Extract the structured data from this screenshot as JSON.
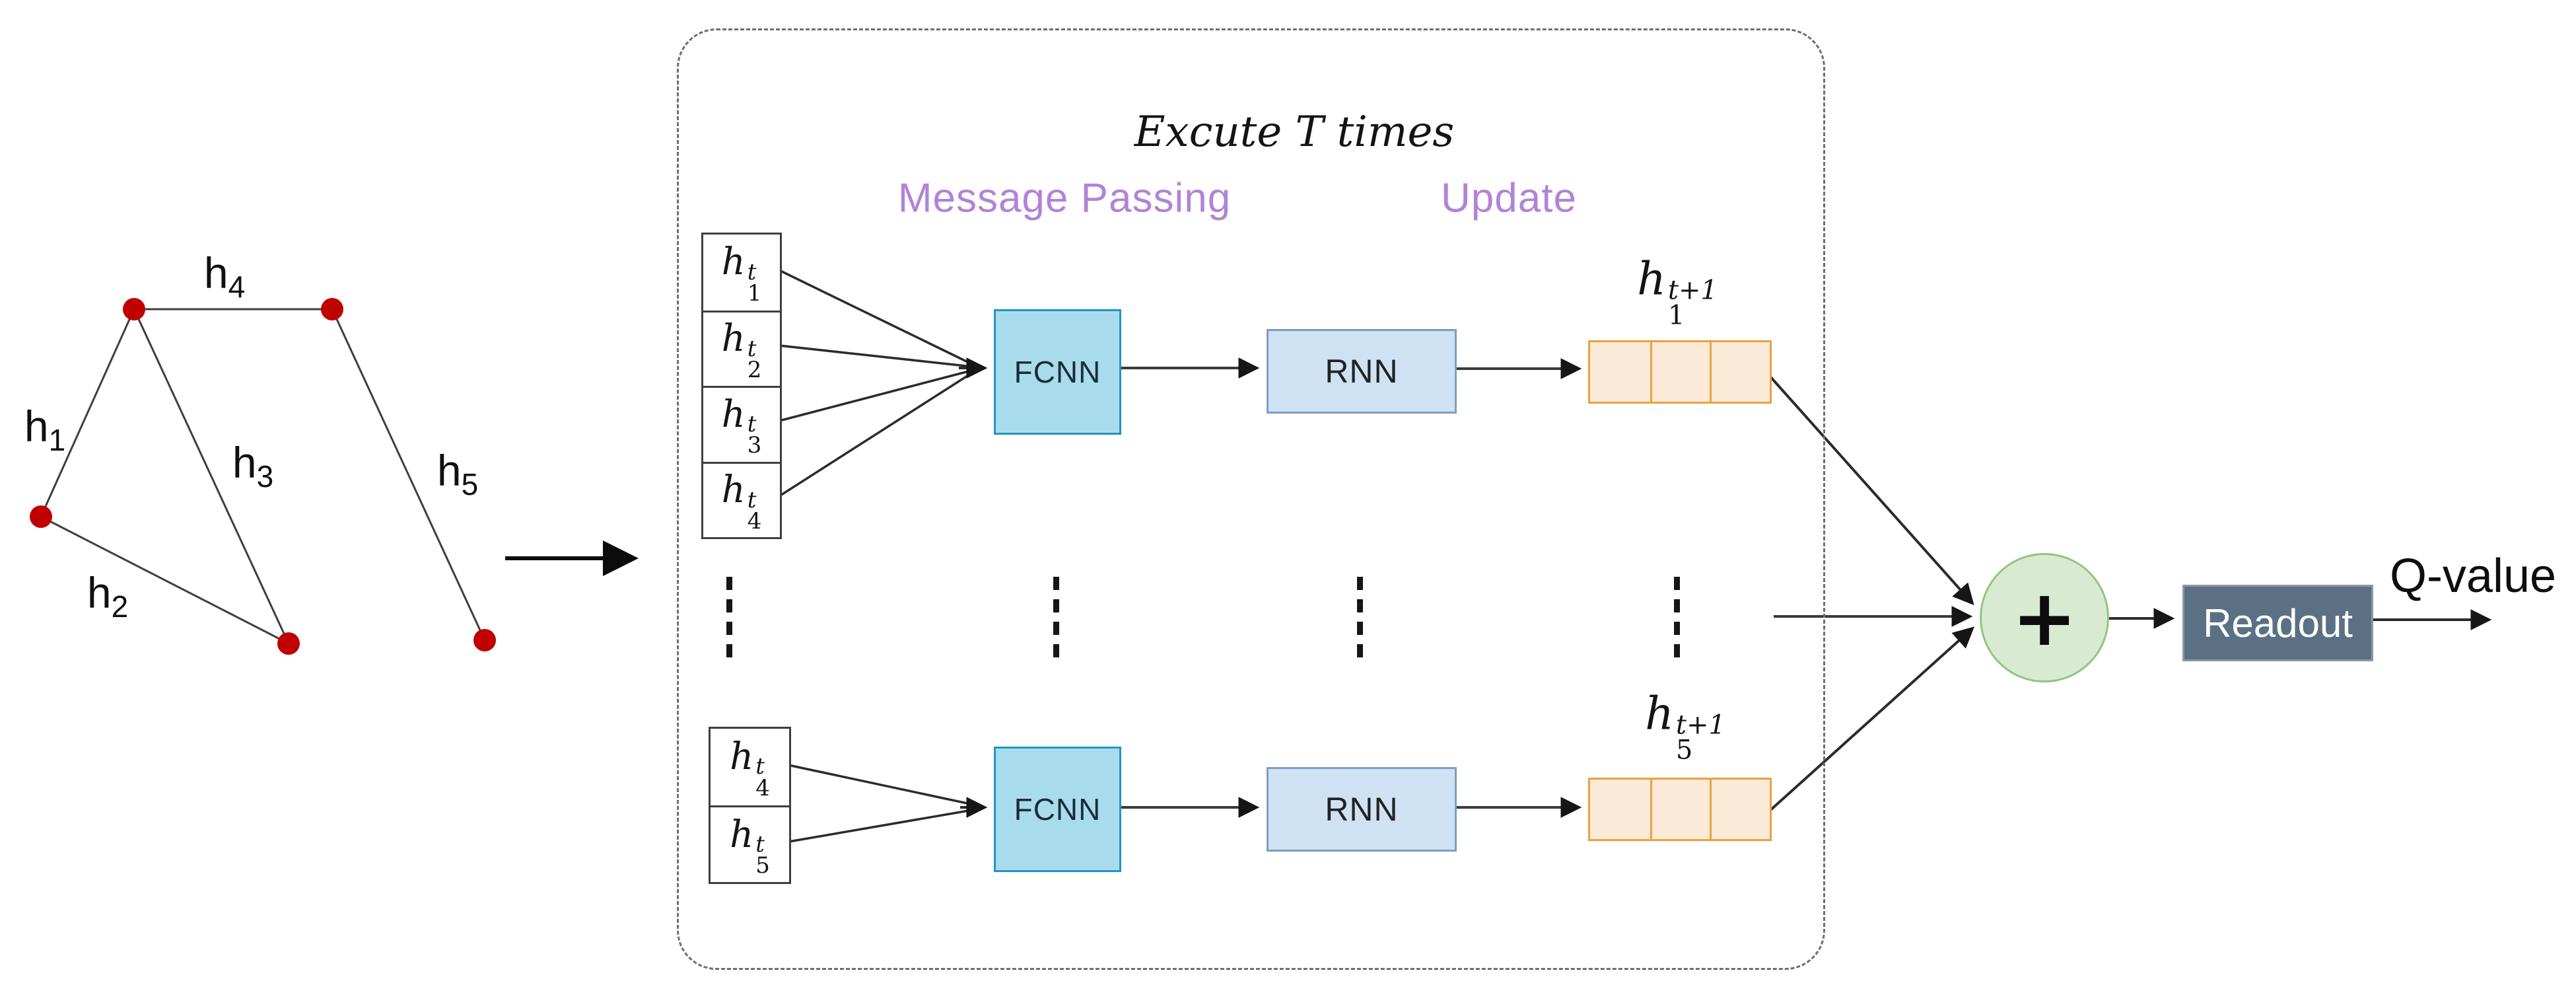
{
  "title": {
    "text": "Excute T times"
  },
  "labels": {
    "message_passing": "Message Passing",
    "update": "Update",
    "plus": "+",
    "readout": "Readout",
    "q_value": "Q-value"
  },
  "graph": {
    "node_count": 5,
    "edge_labels": [
      {
        "base": "h",
        "sub": "1"
      },
      {
        "base": "h",
        "sub": "2"
      },
      {
        "base": "h",
        "sub": "3"
      },
      {
        "base": "h",
        "sub": "4"
      },
      {
        "base": "h",
        "sub": "5"
      }
    ]
  },
  "rows": {
    "top": {
      "inputs": [
        {
          "base": "h",
          "sup": "t",
          "sub": "1"
        },
        {
          "base": "h",
          "sup": "t",
          "sub": "2"
        },
        {
          "base": "h",
          "sup": "t",
          "sub": "3"
        },
        {
          "base": "h",
          "sup": "t",
          "sub": "4"
        }
      ],
      "fcnn": "FCNN",
      "rnn": "RNN",
      "output": {
        "base": "h",
        "sup": "t+1",
        "sub": "1"
      },
      "output_cells": 3
    },
    "bottom": {
      "inputs": [
        {
          "base": "h",
          "sup": "t",
          "sub": "4"
        },
        {
          "base": "h",
          "sup": "t",
          "sub": "5"
        }
      ],
      "fcnn": "FCNN",
      "rnn": "RNN",
      "output": {
        "base": "h",
        "sup": "t+1",
        "sub": "5"
      },
      "output_cells": 3
    }
  },
  "colors": {
    "node_red": "#c00000",
    "edge_gray": "#3f3f3f",
    "wire_dark": "#2b2b2b",
    "purple": "#b183d8",
    "fcnn_fill": "#a8dcec",
    "fcnn_border": "#2196c4",
    "rnn_fill": "#cfe2f3",
    "rnn_border": "#7f9cc4",
    "out_fill": "#fcead8",
    "out_border": "#e8a33d",
    "plus_fill": "#d9ead3",
    "plus_border": "#93c47d",
    "readout_fill": "#5b7183",
    "readout_text": "#ffffff",
    "box_border": "#3f3f3f",
    "dashed_border": "#6f6f6f",
    "text_dark": "#141414"
  }
}
